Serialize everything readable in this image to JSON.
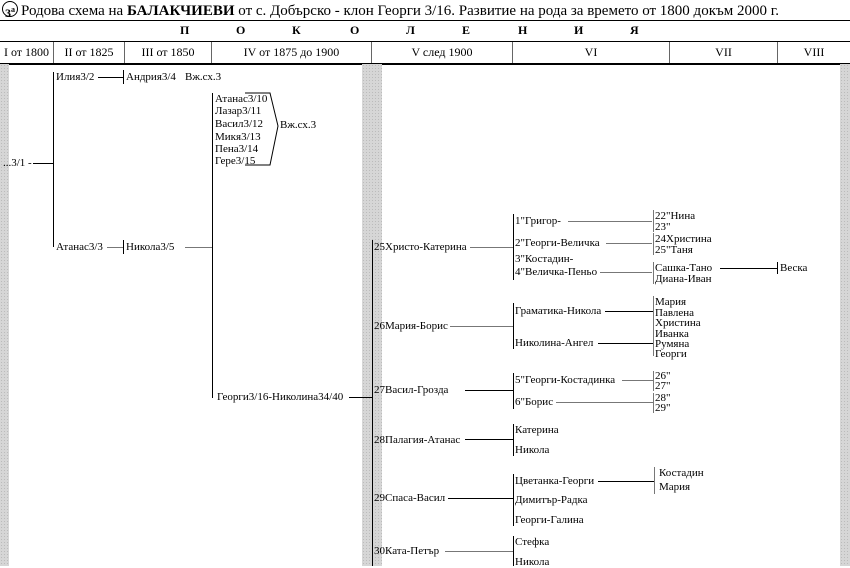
{
  "title": {
    "badge": "3",
    "badge_sup": "a",
    "prefix": "Родова схема на ",
    "family": "БАЛАКЧИЕВИ",
    "suffix": " от с. Добърско - клон Георги 3/16. Развитие на рода за времето от 1800 докъм 2000 г."
  },
  "header": {
    "letters": [
      "П",
      "О",
      "К",
      "О",
      "Л",
      "Е",
      "Н",
      "И",
      "Я"
    ],
    "columns": [
      "I от 1800",
      "II от 1825",
      "III от 1850",
      "IV от 1875 до 1900",
      "V след 1900",
      "VI",
      "VII",
      "VIII"
    ]
  },
  "tree": {
    "root": "...3/1 -",
    "gen2": [
      "Илия3/2",
      "Атанас3/3"
    ],
    "gen3": [
      "Андрия3/4",
      "Никола3/5"
    ],
    "gen3_ref": "Вж.сх.3",
    "gen4_group": [
      "Атанас3/10",
      "Лазар3/11",
      "Васил3/12",
      "Микя3/13",
      "Пена3/14",
      "Гере3/15"
    ],
    "gen4_group_ref": "Вж.сх.3",
    "gen4_main": "Георги3/16-Николина34/40",
    "gen5": [
      {
        "label": "25Христо-Катерина",
        "children": [
          {
            "label": "1\"Григор-",
            "children": [
              "22\"Нина",
              "23\""
            ]
          },
          {
            "label": "2\"Георги-Величка",
            "children": [
              "24Христина",
              "25\"Таня"
            ]
          },
          {
            "label": "3\"Костадин-",
            "children": []
          },
          {
            "label": "4\"Величка-Пеньо",
            "children": [
              "Сашка-Тано",
              "Диана-Иван"
            ],
            "grandchild": "Веска"
          }
        ]
      },
      {
        "label": "26Мария-Борис",
        "children": [
          {
            "label": "Граматика-Никола",
            "children": [
              "Мария",
              "Павлена",
              "Христина"
            ]
          },
          {
            "label": "Николина-Ангел",
            "children": [
              "Иванка",
              "Румяна",
              "Георги"
            ]
          }
        ]
      },
      {
        "label": "27Васил-Грозда",
        "children": [
          {
            "label": "5\"Георги-Костадинка",
            "children": [
              "26\"",
              "27\""
            ]
          },
          {
            "label": "6\"Борис",
            "children": [
              "28\"",
              "29\""
            ]
          }
        ]
      },
      {
        "label": "28Палагия-Атанас",
        "children": [
          {
            "label": "Катерина",
            "children": []
          },
          {
            "label": "Никола",
            "children": []
          }
        ]
      },
      {
        "label": "29Спаса-Васил",
        "children": [
          {
            "label": "Цветанка-Георги",
            "children": [
              "Костадин",
              "Мария"
            ]
          },
          {
            "label": "Димитър-Радка",
            "children": []
          },
          {
            "label": "Георги-Галина",
            "children": []
          }
        ]
      },
      {
        "label": "30Ката-Петър",
        "children": [
          {
            "label": "Стефка",
            "children": []
          },
          {
            "label": "Никола",
            "children": []
          }
        ]
      }
    ]
  }
}
